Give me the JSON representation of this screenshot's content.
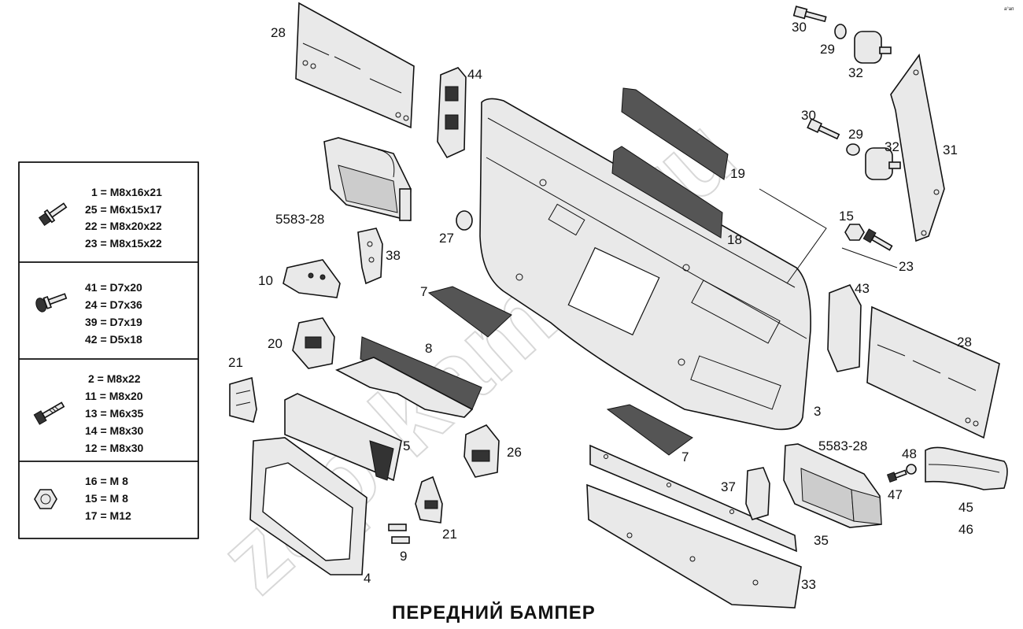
{
  "title": "ПЕРЕДНИЙ БАМПЕР",
  "corner_mark": "а°ап",
  "watermark": "zap-kamaz.ru",
  "legend": {
    "groups": [
      {
        "icon": "bolt-flange-icon",
        "specs": [
          "1 = M8x16x21",
          "25 = M6x15x17",
          "22 = M8x20x22",
          "23 = M8x15x22"
        ]
      },
      {
        "icon": "bolt-washer-icon",
        "specs": [
          "41 = D7x20",
          "24 = D7x36",
          "39 = D7x19",
          "42 = D5x18"
        ]
      },
      {
        "icon": "bolt-icon",
        "specs": [
          "2 = M8x22",
          "11 = M8x20",
          "13 = M6x35",
          "14 = M8x30",
          "12 = M8x30"
        ]
      },
      {
        "icon": "nut-icon",
        "specs": [
          "16 = M 8",
          "15 = M 8",
          "17 = M12"
        ]
      }
    ]
  },
  "callouts": {
    "c28a": "28",
    "c44": "44",
    "c30a": "30",
    "c29a": "29",
    "c32a": "32",
    "c30b": "30",
    "c29b": "29",
    "c32b": "32",
    "c31": "31",
    "c19": "19",
    "c5583a": "5583-28",
    "c38": "38",
    "c27": "27",
    "c18": "18",
    "c15": "15",
    "c23": "23",
    "c10": "10",
    "c7a": "7",
    "c43": "43",
    "c28b": "28",
    "c20": "20",
    "c8": "8",
    "c21a": "21",
    "c3": "3",
    "c5": "5",
    "c26": "26",
    "c7b": "7",
    "c5583b": "5583-28",
    "c48": "48",
    "c47": "47",
    "c45": "45",
    "c37": "37",
    "c46": "46",
    "c21b": "21",
    "c35": "35",
    "c9": "9",
    "c4": "4",
    "c33": "33"
  }
}
